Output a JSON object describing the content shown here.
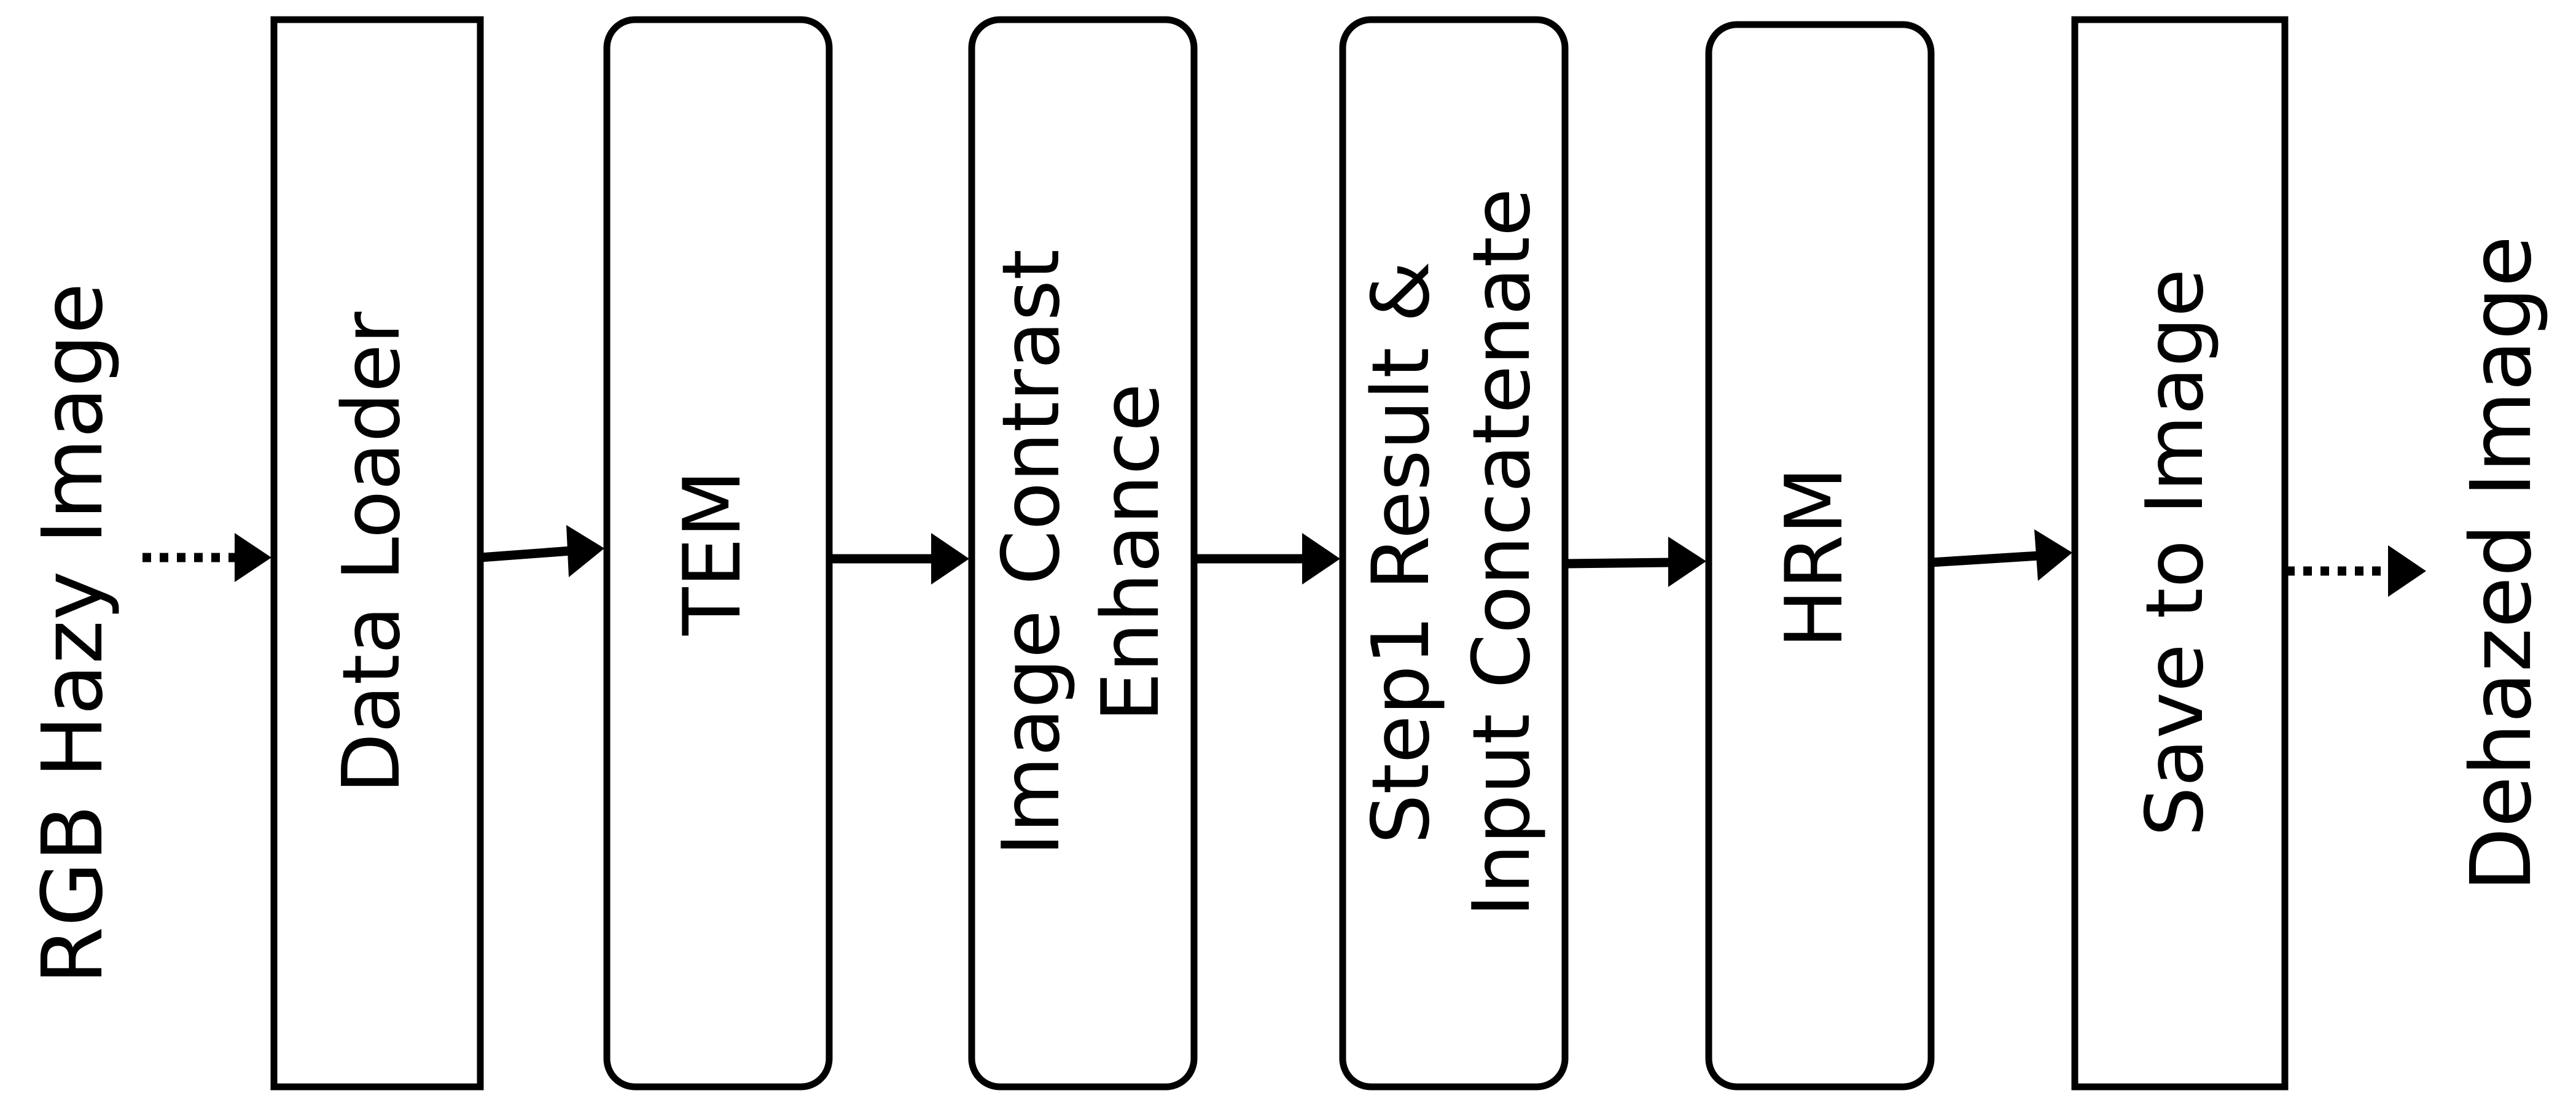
{
  "flow": {
    "input_label": "RGB Hazy Image",
    "output_label": "Dehazed Image",
    "steps": [
      {
        "id": "data-loader",
        "shape": "rect",
        "lines": [
          "Data Loader"
        ]
      },
      {
        "id": "tem",
        "shape": "rounded",
        "lines": [
          "TEM"
        ]
      },
      {
        "id": "image-contrast-enhance",
        "shape": "rounded",
        "lines": [
          "Image Contrast",
          "Enhance"
        ]
      },
      {
        "id": "step1-result-concat",
        "shape": "rounded",
        "lines": [
          "Step1 Result &",
          "Input Concatenate"
        ]
      },
      {
        "id": "hrm",
        "shape": "rounded",
        "lines": [
          "HRM"
        ]
      },
      {
        "id": "save-to-image",
        "shape": "rect",
        "lines": [
          "Save to Image"
        ]
      }
    ],
    "colors": {
      "stroke": "#000000",
      "fill": "#ffffff"
    }
  }
}
